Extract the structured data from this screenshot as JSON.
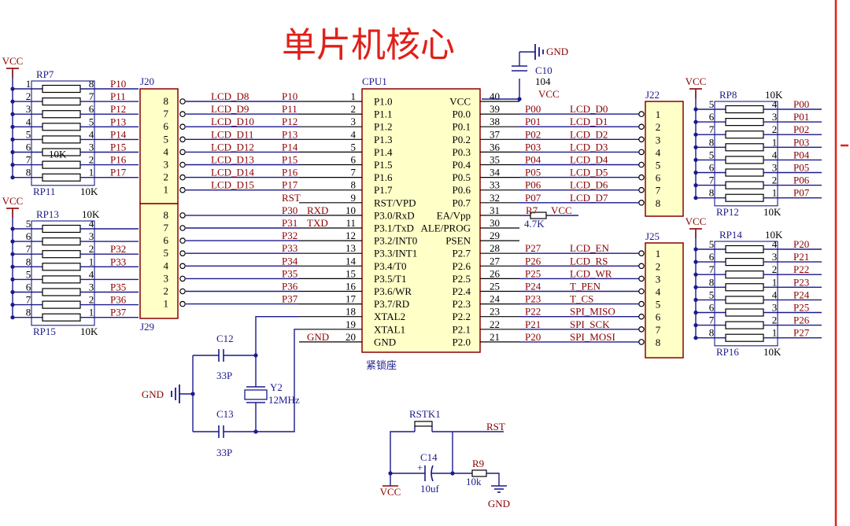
{
  "title": "单片机核心",
  "colors": {
    "wire": "#1a1a8c",
    "label": "#8b0000",
    "pin": "#000000",
    "chip_fill": "#ffffc8",
    "chip_stroke": "#8b0000",
    "title": "#e0201a",
    "frame": "#e0201a"
  },
  "cpu": {
    "ref": "CPU1",
    "socket": "紧锁座",
    "left_pins": [
      {
        "num": "1",
        "name": "P1.0",
        "net": "P10"
      },
      {
        "num": "2",
        "name": "P1.1",
        "net": "P11"
      },
      {
        "num": "3",
        "name": "P1.2",
        "net": "P12"
      },
      {
        "num": "4",
        "name": "P1.3",
        "net": "P13"
      },
      {
        "num": "5",
        "name": "P1.4",
        "net": "P14"
      },
      {
        "num": "6",
        "name": "P1.5",
        "net": "P15"
      },
      {
        "num": "7",
        "name": "P1.6",
        "net": "P16"
      },
      {
        "num": "8",
        "name": "P1.7",
        "net": "P17"
      },
      {
        "num": "9",
        "name": "RST/VPD",
        "net": "RST"
      },
      {
        "num": "10",
        "name": "P3.0/RxD",
        "net": "P30",
        "extra": "RXD"
      },
      {
        "num": "11",
        "name": "P3.1/TxD",
        "net": "P31",
        "extra": "TXD"
      },
      {
        "num": "12",
        "name": "P3.2/INT0",
        "net": "P32"
      },
      {
        "num": "13",
        "name": "P3.3/INT1",
        "net": "P33"
      },
      {
        "num": "14",
        "name": "P3.4/T0",
        "net": "P34"
      },
      {
        "num": "15",
        "name": "P3.5/T1",
        "net": "P35"
      },
      {
        "num": "16",
        "name": "P3.6/WR",
        "net": "P36"
      },
      {
        "num": "17",
        "name": "P3.7/RD",
        "net": "P37"
      },
      {
        "num": "18",
        "name": "XTAL2",
        "net": ""
      },
      {
        "num": "19",
        "name": "XTAL1",
        "net": ""
      },
      {
        "num": "20",
        "name": "GND",
        "net": "GND"
      }
    ],
    "right_pins": [
      {
        "num": "40",
        "name": "VCC",
        "net": "VCC"
      },
      {
        "num": "39",
        "name": "P0.0",
        "net": "P00",
        "lcd": "LCD_D0"
      },
      {
        "num": "38",
        "name": "P0.1",
        "net": "P01",
        "lcd": "LCD_D1"
      },
      {
        "num": "37",
        "name": "P0.2",
        "net": "P02",
        "lcd": "LCD_D2"
      },
      {
        "num": "36",
        "name": "P0.3",
        "net": "P03",
        "lcd": "LCD_D3"
      },
      {
        "num": "35",
        "name": "P0.4",
        "net": "P04",
        "lcd": "LCD_D4"
      },
      {
        "num": "34",
        "name": "P0.5",
        "net": "P05",
        "lcd": "LCD_D5"
      },
      {
        "num": "33",
        "name": "P0.6",
        "net": "P06",
        "lcd": "LCD_D6"
      },
      {
        "num": "32",
        "name": "P0.7",
        "net": "P07",
        "lcd": "LCD_D7"
      },
      {
        "num": "31",
        "name": "EA/Vpp",
        "net": "",
        "lcd": ""
      },
      {
        "num": "30",
        "name": "ALE/PROG",
        "net": "",
        "lcd": ""
      },
      {
        "num": "29",
        "name": "PSEN",
        "net": "",
        "lcd": ""
      },
      {
        "num": "28",
        "name": "P2.7",
        "net": "P27",
        "lcd": "LCD_EN"
      },
      {
        "num": "27",
        "name": "P2.6",
        "net": "P26",
        "lcd": "LCD_RS"
      },
      {
        "num": "26",
        "name": "P2.5",
        "net": "P25",
        "lcd": "LCD_WR"
      },
      {
        "num": "25",
        "name": "P2.4",
        "net": "P24",
        "lcd": "T_PEN"
      },
      {
        "num": "24",
        "name": "P2.3",
        "net": "P23",
        "lcd": "T_CS"
      },
      {
        "num": "23",
        "name": "P2.2",
        "net": "P22",
        "lcd": "SPI_MISO"
      },
      {
        "num": "22",
        "name": "P2.1",
        "net": "P21",
        "lcd": "SPI_SCK"
      },
      {
        "num": "21",
        "name": "P2.0",
        "net": "P20",
        "lcd": "SPI_MOSI"
      }
    ]
  },
  "j20": {
    "ref": "J20",
    "pins": [
      "8",
      "7",
      "6",
      "5",
      "4",
      "3",
      "2",
      "1"
    ],
    "lcd": [
      "LCD_D8",
      "LCD_D9",
      "LCD_D10",
      "LCD_D11",
      "LCD_D12",
      "LCD_D13",
      "LCD_D14",
      "LCD_D15"
    ]
  },
  "j29": {
    "ref": "J29",
    "pins": [
      "8",
      "7",
      "6",
      "5",
      "4",
      "3",
      "2",
      "1"
    ]
  },
  "j22": {
    "ref": "J22",
    "pins": [
      "1",
      "2",
      "3",
      "4",
      "5",
      "6",
      "7",
      "8"
    ]
  },
  "j25": {
    "ref": "J25",
    "pins": [
      "1",
      "2",
      "3",
      "4",
      "5",
      "6",
      "7",
      "8"
    ]
  },
  "rp_left_top": {
    "ref": "RP7",
    "ref2": "RP11",
    "value": "10K",
    "value_inner": "10K",
    "vcc": "VCC",
    "left_nums": [
      "1",
      "2",
      "3",
      "4",
      "5",
      "6",
      "7",
      "8"
    ],
    "right_nums": [
      "8",
      "7",
      "6",
      "5",
      "4",
      "3",
      "2",
      "1"
    ],
    "nets": [
      "P10",
      "P11",
      "P12",
      "P13",
      "P14",
      "P15",
      "P16",
      "P17"
    ]
  },
  "rp_left_bot": {
    "ref": "RP13",
    "ref2": "RP15",
    "value": "10K",
    "value2": "10K",
    "vcc": "VCC",
    "left_nums": [
      "5",
      "6",
      "7",
      "8",
      "5",
      "6",
      "7",
      "8"
    ],
    "right_nums": [
      "4",
      "3",
      "2",
      "1",
      "4",
      "3",
      "2",
      "1"
    ],
    "nets": [
      "",
      "",
      "P32",
      "P33",
      "",
      "P35",
      "P36",
      "P37"
    ]
  },
  "rp_right_top": {
    "ref": "RP8",
    "ref2": "RP12",
    "value": "10K",
    "value2": "10K",
    "vcc": "VCC",
    "left_nums": [
      "5",
      "6",
      "7",
      "8",
      "5",
      "6",
      "7",
      "8"
    ],
    "right_nums": [
      "4",
      "3",
      "2",
      "1",
      "4",
      "3",
      "2",
      "1"
    ],
    "nets": [
      "P00",
      "P01",
      "P02",
      "P03",
      "P04",
      "P05",
      "P06",
      "P07"
    ]
  },
  "rp_right_bot": {
    "ref": "RP14",
    "ref2": "RP16",
    "value": "10K",
    "value2": "10K",
    "vcc": "VCC",
    "left_nums": [
      "5",
      "6",
      "7",
      "8",
      "5",
      "6",
      "7",
      "8"
    ],
    "right_nums": [
      "4",
      "3",
      "2",
      "1",
      "4",
      "3",
      "2",
      "1"
    ],
    "nets": [
      "P20",
      "P21",
      "P22",
      "P23",
      "P24",
      "P25",
      "P26",
      "P27"
    ]
  },
  "c10": {
    "ref": "C10",
    "value": "104",
    "gnd": "GND",
    "vcc": "VCC"
  },
  "r7": {
    "ref": "R7",
    "value": "4.7K",
    "vcc": "VCC"
  },
  "crystal": {
    "ref": "Y2",
    "value": "12MHz",
    "c12": "C12",
    "c12v": "33P",
    "c13": "C13",
    "c13v": "33P",
    "gnd": "GND"
  },
  "reset": {
    "key": "RSTK1",
    "net": "RST",
    "cap": "C14",
    "capv": "10uf",
    "res": "R9",
    "resv": "10k",
    "vcc": "VCC",
    "gnd": "GND",
    "plus": "+"
  }
}
